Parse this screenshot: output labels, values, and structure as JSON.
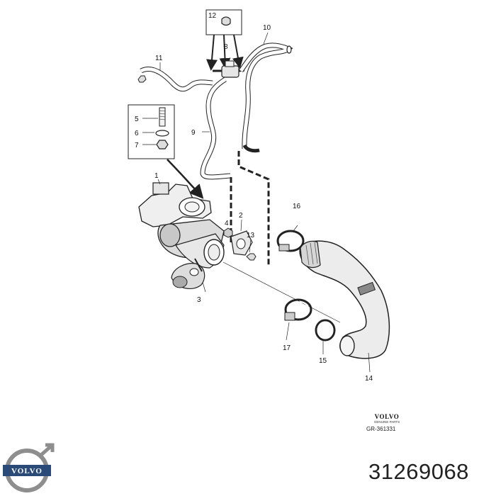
{
  "brand": {
    "name": "VOLVO",
    "subtitle": "GENUINE PARTS",
    "logo_text": "VOLVO"
  },
  "drawing_ref": "GR-361331",
  "part_number": "31269068",
  "callouts": {
    "c1": "1",
    "c2": "2",
    "c3": "3",
    "c4": "4",
    "c5": "5",
    "c6": "6",
    "c7": "7",
    "c8": "8",
    "c9": "9",
    "c10": "10",
    "c11": "11",
    "c12": "12",
    "c13": "13",
    "c14": "14",
    "c15": "15",
    "c16": "16",
    "c17": "17"
  }
}
